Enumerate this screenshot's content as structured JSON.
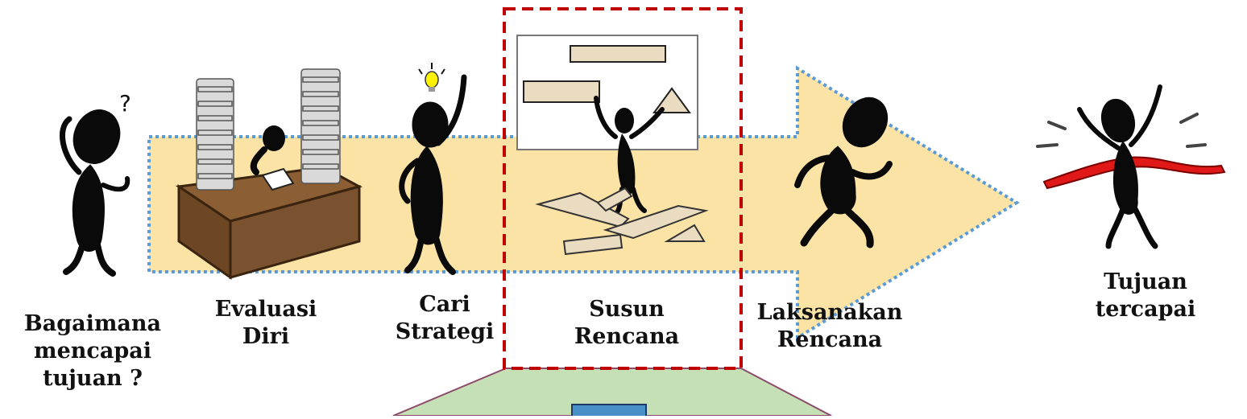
{
  "steps": [
    {
      "lines": [
        "Bagaimana",
        "mencapai",
        "tujuan ?"
      ]
    },
    {
      "lines": [
        "Evaluasi",
        "Diri"
      ]
    },
    {
      "lines": [
        "Cari",
        "Strategi"
      ]
    },
    {
      "lines": [
        "Susun",
        "Rencana"
      ]
    },
    {
      "lines": [
        "Laksanakan",
        "Rencana"
      ]
    },
    {
      "lines": [
        "Tujuan",
        "tercapai"
      ]
    }
  ],
  "colors": {
    "arrow_fill": "#fbe3a6",
    "arrow_border": "#5b9bd5",
    "highlight_border": "#c00000",
    "zoom_panel": "#c5e0b4",
    "zoom_panel_border": "#8e4a6d",
    "figure": "#0a0a0a",
    "desk": "#7b5230",
    "ribbon": "#e01818",
    "board_item": "#e9dcc0"
  },
  "icons": [
    "question-mark-icon",
    "lightbulb-icon",
    "paper-stack-icon",
    "finish-ribbon-icon"
  ]
}
